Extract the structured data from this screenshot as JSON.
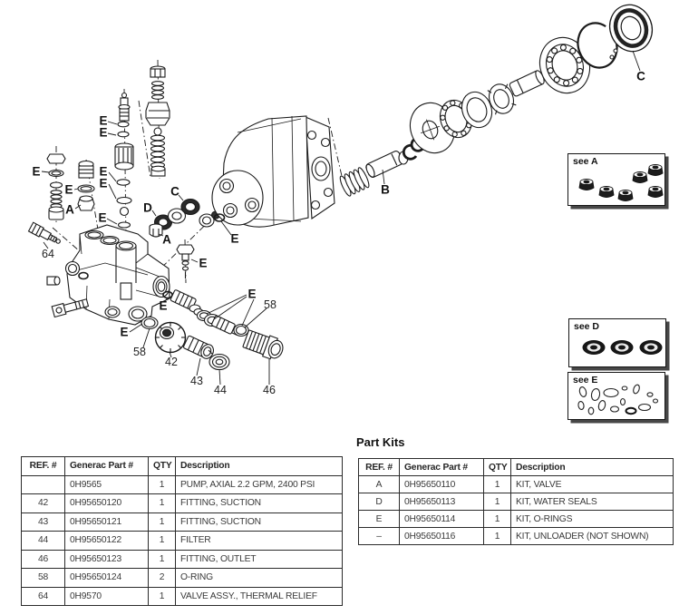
{
  "diagram": {
    "labels": [
      "E",
      "E",
      "E",
      "E",
      "A",
      "E",
      "E",
      "C",
      "D",
      "A",
      "E",
      "64",
      "E",
      "E",
      "B",
      "C",
      "E",
      "E",
      "58",
      "E",
      "58",
      "42",
      "43",
      "44",
      "46"
    ],
    "callouts": [
      {
        "title": "see A"
      },
      {
        "title": "see D"
      },
      {
        "title": "see E"
      }
    ]
  },
  "part_kits_title": "Part Kits",
  "parts_table": {
    "headers": [
      "REF. #",
      "Generac Part #",
      "QTY",
      "Description"
    ],
    "rows": [
      {
        "ref": "",
        "part": "0H9565",
        "qty": "1",
        "desc": "PUMP, AXIAL 2.2 GPM, 2400 PSI"
      },
      {
        "ref": "42",
        "part": "0H95650120",
        "qty": "1",
        "desc": "FITTING, SUCTION"
      },
      {
        "ref": "43",
        "part": "0H95650121",
        "qty": "1",
        "desc": "FITTING, SUCTION"
      },
      {
        "ref": "44",
        "part": "0H95650122",
        "qty": "1",
        "desc": "FILTER"
      },
      {
        "ref": "46",
        "part": "0H95650123",
        "qty": "1",
        "desc": "FITTING, OUTLET"
      },
      {
        "ref": "58",
        "part": "0H95650124",
        "qty": "2",
        "desc": "O-RING"
      },
      {
        "ref": "64",
        "part": "0H9570",
        "qty": "1",
        "desc": "VALVE ASSY., THERMAL RELIEF"
      }
    ]
  },
  "kits_table": {
    "headers": [
      "REF. #",
      "Generac Part #",
      "QTY",
      "Description"
    ],
    "rows": [
      {
        "ref": "A",
        "part": "0H95650110",
        "qty": "1",
        "desc": "KIT, VALVE"
      },
      {
        "ref": "D",
        "part": "0H95650113",
        "qty": "1",
        "desc": "KIT, WATER SEALS"
      },
      {
        "ref": "E",
        "part": "0H95650114",
        "qty": "1",
        "desc": "KIT, O-RINGS"
      },
      {
        "ref": "–",
        "part": "0H95650116",
        "qty": "1",
        "desc": "KIT, UNLOADER (NOT SHOWN)"
      }
    ]
  }
}
